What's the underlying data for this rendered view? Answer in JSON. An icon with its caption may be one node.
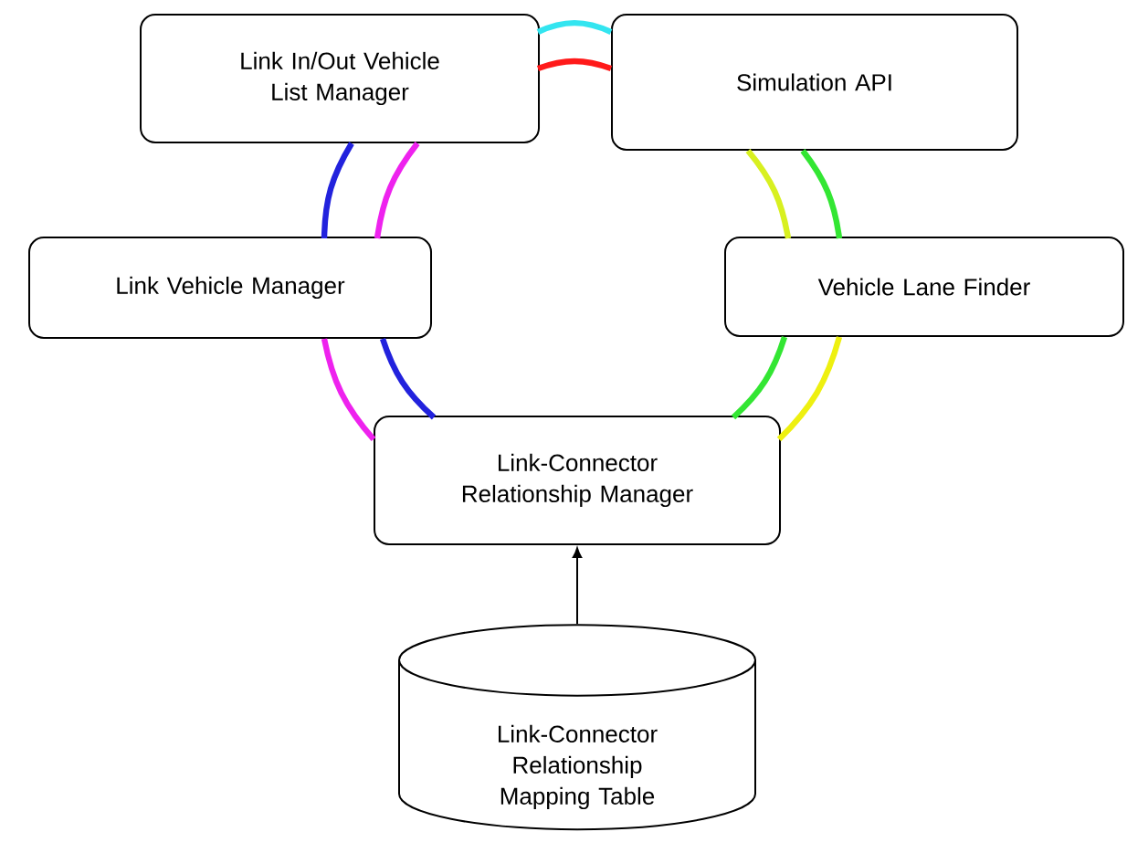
{
  "diagram": {
    "nodes": [
      {
        "text": [
          "Link In/Out Vehicle List Manager"
        ]
      },
      {
        "text": [
          "Simulation API"
        ]
      },
      {
        "text": [
          "Link Vehicle Manager"
        ]
      },
      {
        "text": [
          "Vehicle Lane Finder"
        ]
      },
      {
        "text": [
          "Link-Connector Relationship Manager"
        ]
      },
      {
        "text": [
          "Link-Connector Relationship Mapping Table"
        ]
      }
    ],
    "edges": [
      {
        "from": 0,
        "to": 1,
        "arrow": "none",
        "color": "#33e5f0"
      },
      {
        "from": 0,
        "to": 1,
        "arrow": "none",
        "color": "#ff1a1a"
      },
      {
        "from": 0,
        "to": 2,
        "arrow": "none",
        "color": "#2222dd"
      },
      {
        "from": 0,
        "to": 2,
        "arrow": "none",
        "color": "#ee22ee"
      },
      {
        "from": 2,
        "to": 4,
        "arrow": "none",
        "color": "#ee22ee"
      },
      {
        "from": 2,
        "to": 4,
        "arrow": "none",
        "color": "#2222dd"
      },
      {
        "from": 1,
        "to": 3,
        "arrow": "none",
        "color": "#d8f020"
      },
      {
        "from": 1,
        "to": 3,
        "arrow": "none",
        "color": "#33e633"
      },
      {
        "from": 3,
        "to": 4,
        "arrow": "none",
        "color": "#33e633"
      },
      {
        "from": 3,
        "to": 4,
        "arrow": "none",
        "color": "#eef010"
      },
      {
        "from": 5,
        "to": 4,
        "arrow": "to",
        "color": "#000000"
      }
    ]
  }
}
